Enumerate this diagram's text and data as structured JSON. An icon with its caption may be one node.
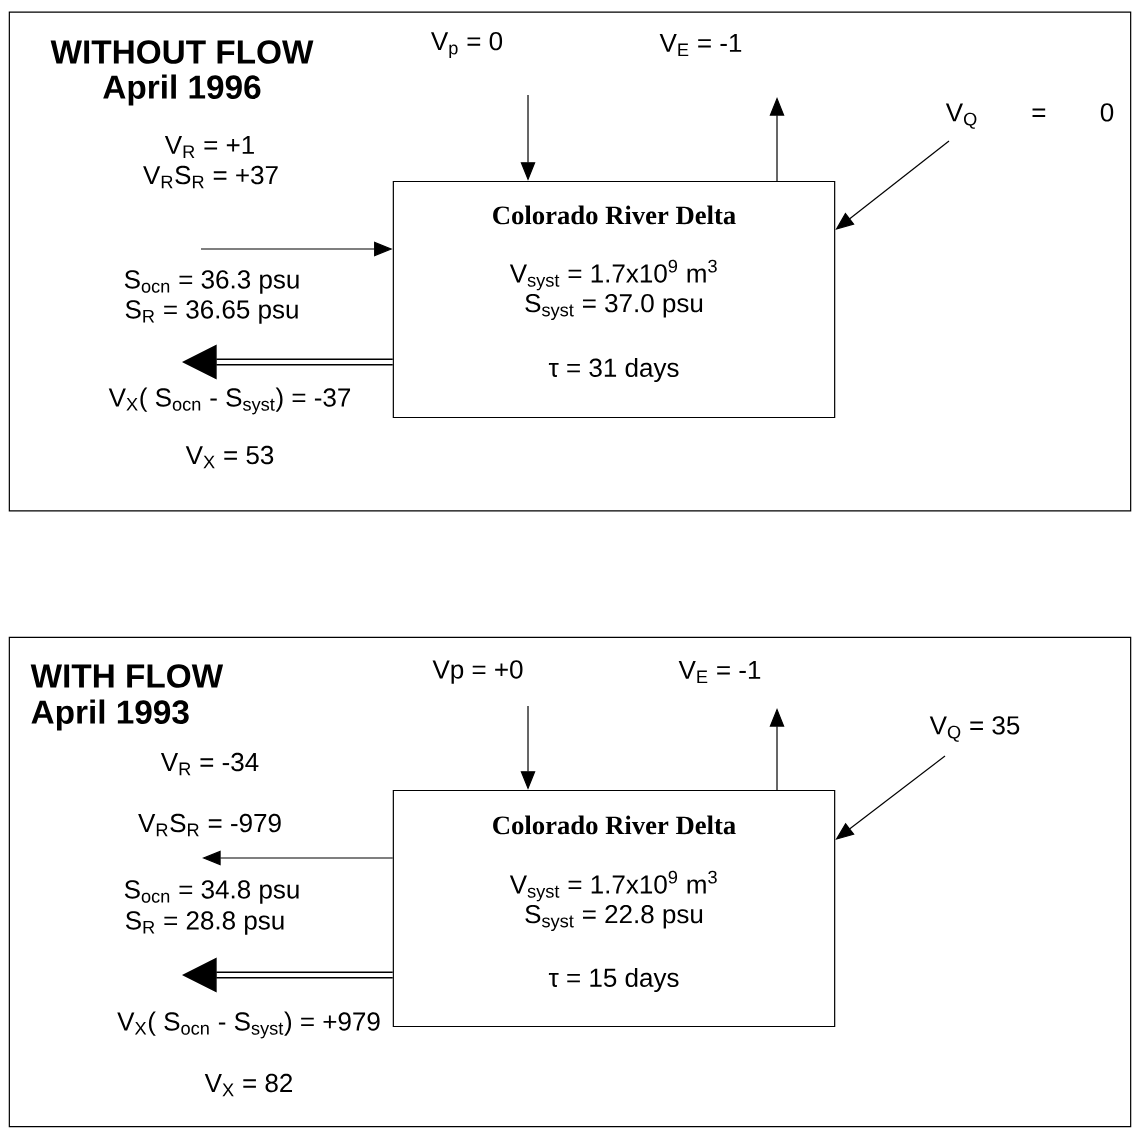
{
  "diagram": {
    "nodes": [
      {
        "text": [
          "WITHOUT FLOW",
          "April 1996"
        ]
      },
      {
        "text": [
          "Colorado River Delta",
          "V$_{syst}$ = 1.7x10$^{9}$ m$^{3}$",
          "S$_{syst}$ = 37.0 psu",
          "τ = 31 days"
        ],
        "in": 0
      },
      {
        "text": [
          "WITH FLOW",
          "April 1993"
        ]
      },
      {
        "text": [
          "Colorado River Delta",
          "V$_{syst}$ = 1.7x10$^{9}$ m$^{3}$",
          "S$_{syst}$ = 22.8 psu",
          "τ = 15 days"
        ],
        "in": 2
      }
    ],
    "edges": [
      {
        "from": null,
        "to": 1,
        "arrow": "to"
      },
      {
        "from": 1,
        "to": null,
        "arrow": "to"
      },
      {
        "from": null,
        "to": 1,
        "arrow": "to"
      },
      {
        "from": null,
        "to": 1,
        "arrow": "to"
      },
      {
        "from": 1,
        "to": null,
        "arrow": "to",
        "style": "thick"
      },
      {
        "from": null,
        "to": 3,
        "arrow": "to"
      },
      {
        "from": 3,
        "to": null,
        "arrow": "to"
      },
      {
        "from": null,
        "to": 3,
        "arrow": "to"
      },
      {
        "from": 3,
        "to": null,
        "arrow": "to"
      },
      {
        "from": 3,
        "to": null,
        "arrow": "to",
        "style": "thick"
      }
    ],
    "labels": [
      "V$_{p}$ = 0",
      "V$_{E}$ = -1",
      "V$_{Q}$ = 0",
      "V$_{R}$ = +1",
      "V$_{R}$S$_{R}$ = +37",
      "S$_{ocn}$ = 36.3 psu",
      "S$_{R}$ = 36.65 psu",
      "V$_{X}$( S$_{ocn}$ - S$_{syst}$) = -37",
      "V$_{X}$ = 53",
      "Vp = +0",
      "V$_{E}$ = -1",
      "V$_{Q}$ = 35",
      "V$_{R}$ = -34",
      "V$_{R}$S$_{R}$ = -979",
      "S$_{ocn}$ = 34.8 psu",
      "S$_{R}$ = 28.8 psu",
      "V$_{X}$( S$_{ocn}$ - S$_{syst}$) = +979",
      "V$_{X}$ = 82"
    ]
  }
}
